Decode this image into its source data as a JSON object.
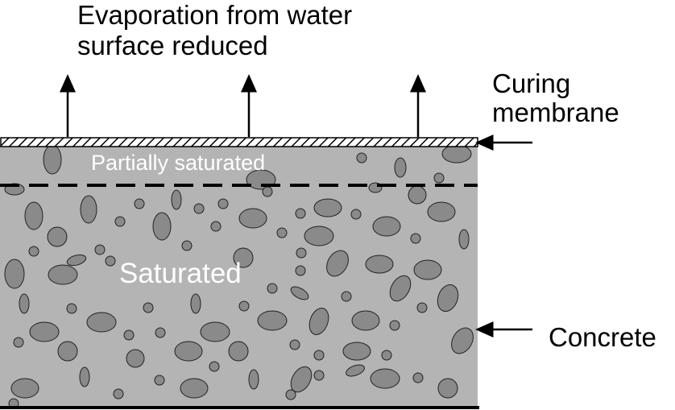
{
  "heading": {
    "line1": "Evaporation from water",
    "line2": "surface reduced"
  },
  "labels": {
    "membrane_line1": "Curing",
    "membrane_line2": "membrane",
    "partial": "Partially saturated",
    "saturated": "Saturated",
    "concrete": "Concrete"
  },
  "colors": {
    "concrete_fill": "#b4b4b4",
    "aggregate_fill": "#8a8a8a",
    "outline": "#222222",
    "text_white": "#ffffff",
    "text_black": "#000000"
  }
}
